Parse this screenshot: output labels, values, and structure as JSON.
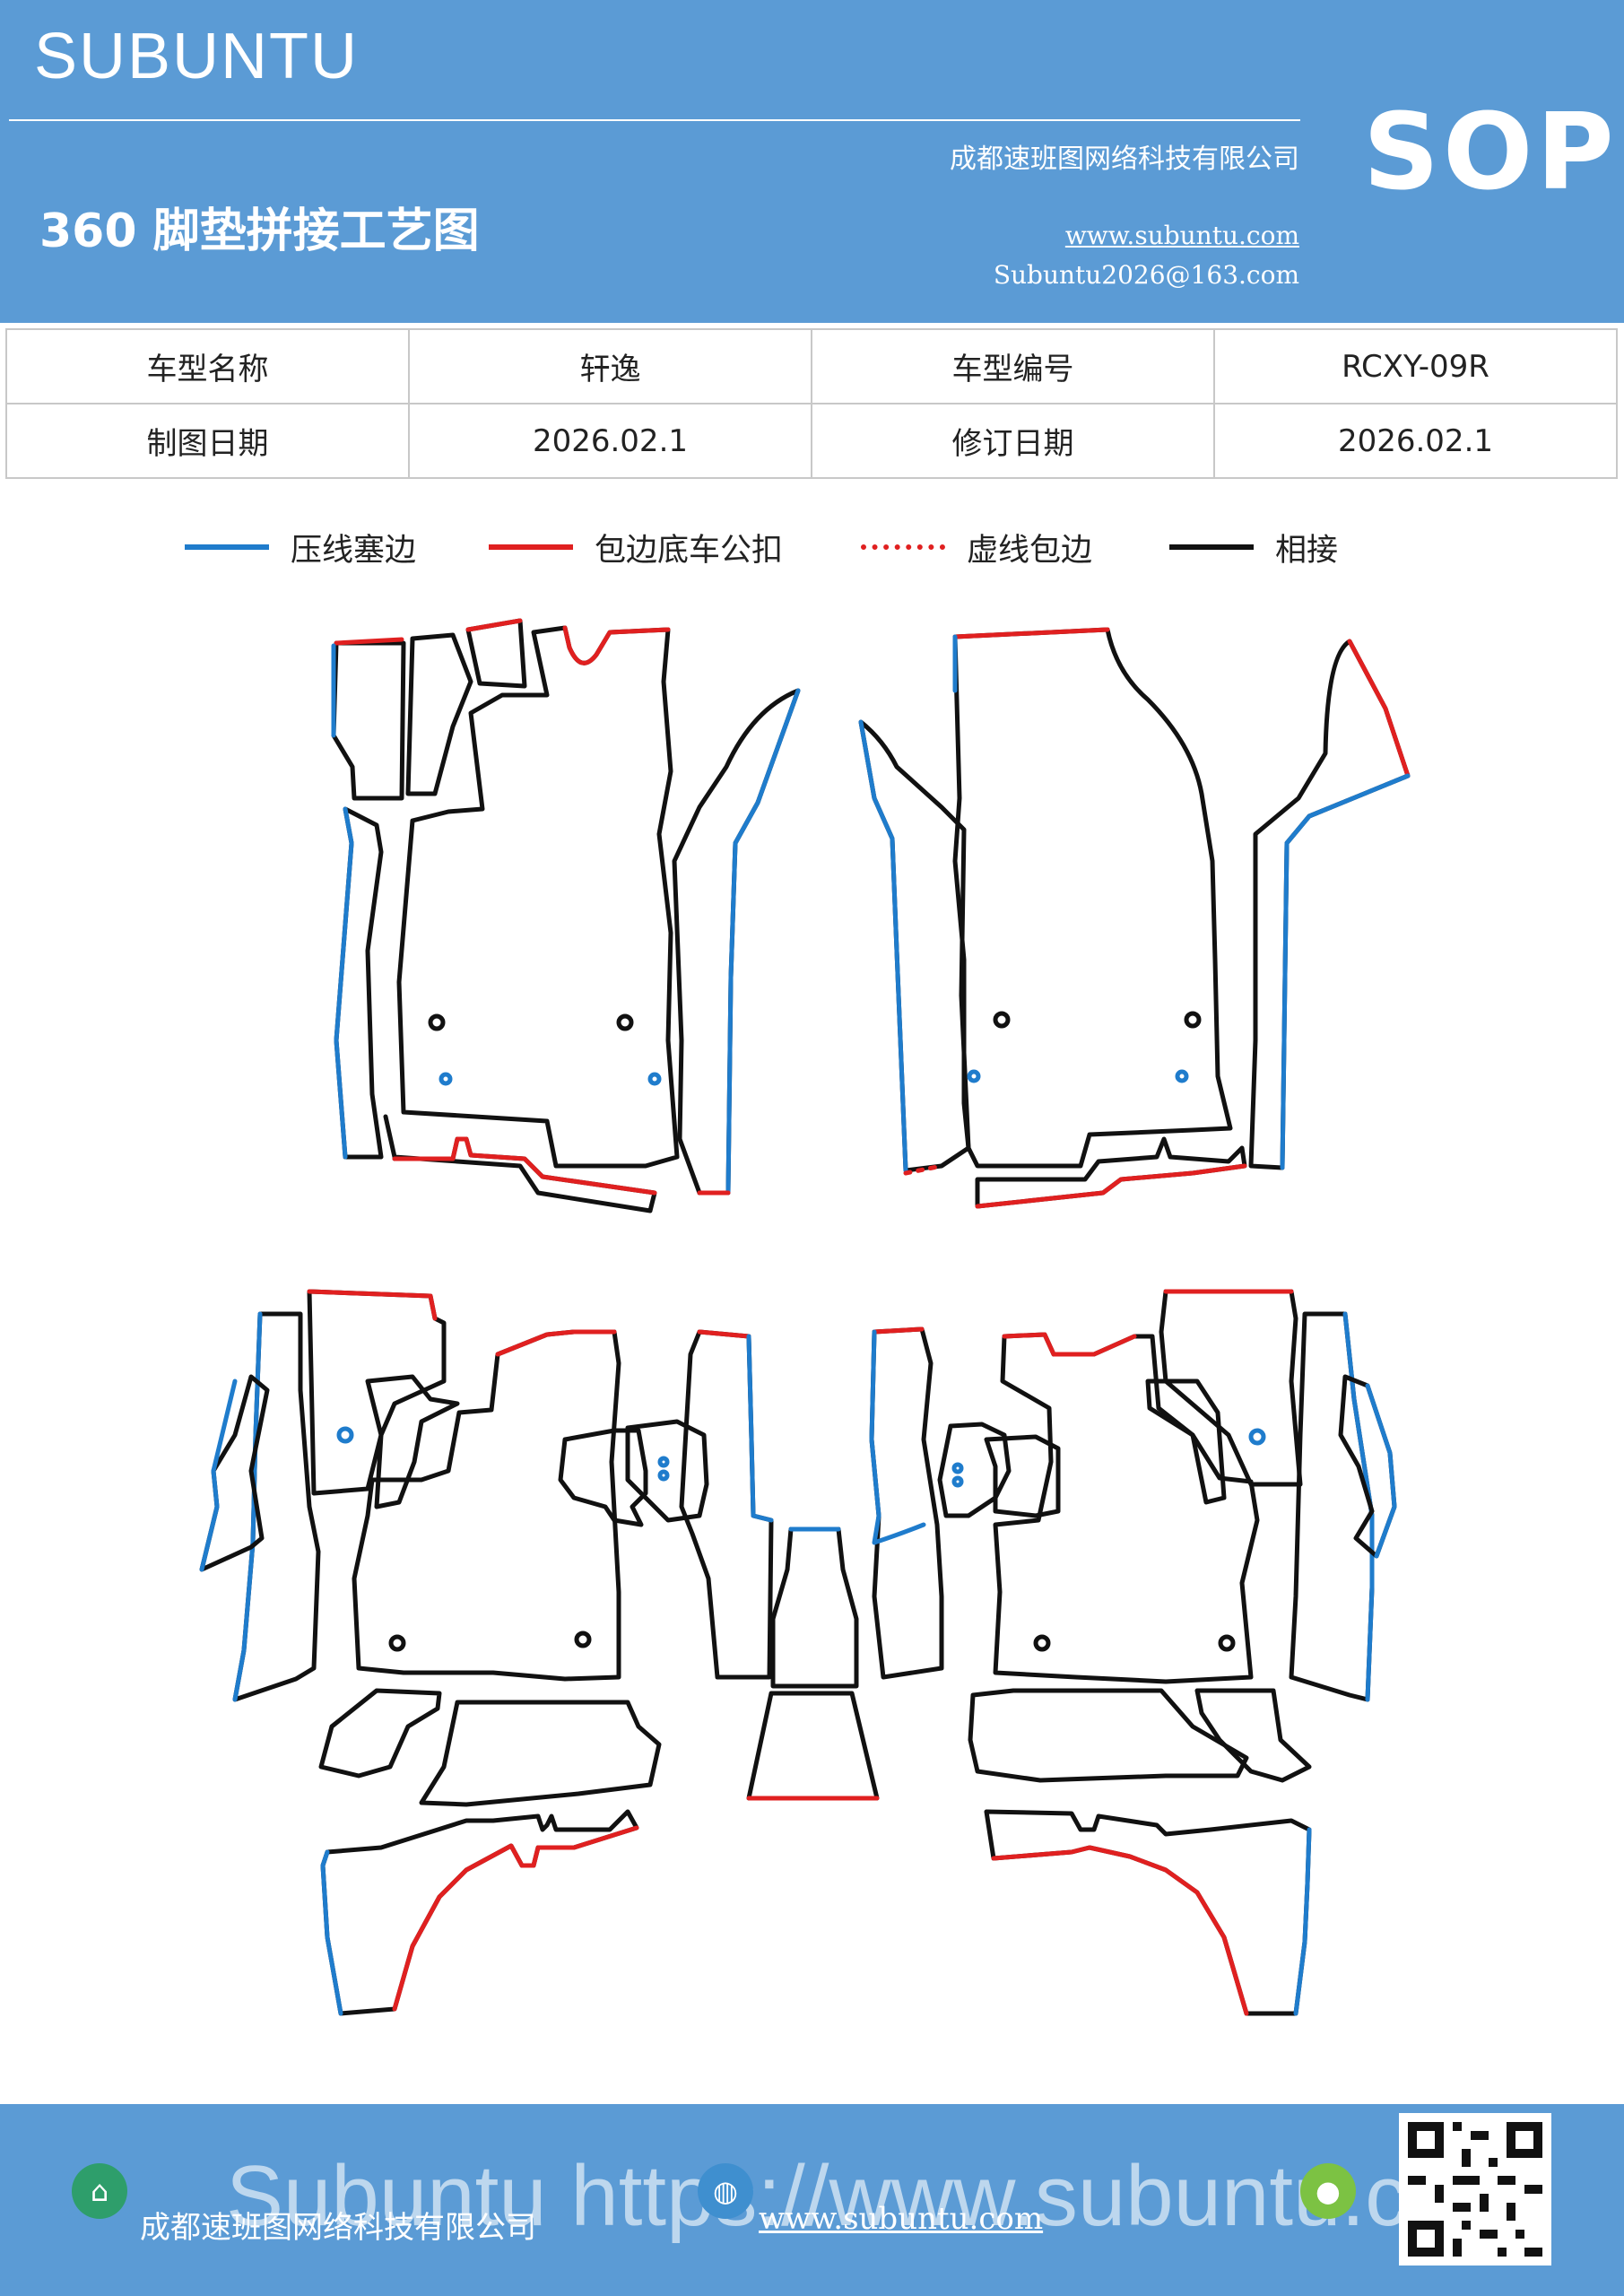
{
  "header": {
    "brand": "SUBUNTU",
    "title": "360 脚垫拼接工艺图",
    "company": "成都速班图网络科技有限公司",
    "website": "www.subuntu.com",
    "email": "Subuntu2026@163.com",
    "badge": "SOP"
  },
  "info_table": {
    "rows": [
      [
        "车型名称",
        "轩逸",
        "车型编号",
        "RCXY-09R"
      ],
      [
        "制图日期",
        "2026.02.1",
        "修订日期",
        "2026.02.1"
      ]
    ]
  },
  "legend": [
    {
      "label": "压线塞边",
      "color": "#1f7ccc",
      "style": "solid"
    },
    {
      "label": "包边底车公扣",
      "color": "#e02020",
      "style": "solid"
    },
    {
      "label": "虚线包边",
      "color": "#e02020",
      "style": "dotted"
    },
    {
      "label": "相接",
      "color": "#111111",
      "style": "solid"
    }
  ],
  "footer": {
    "company": "成都速班图网络科技有限公司",
    "website": "www.subuntu.com",
    "watermark": "Subuntu https://www.subuntu.com"
  },
  "colors": {
    "brand_blue": "#5b9bd5",
    "edge_blue": "#1f7ccc",
    "edge_red": "#e02020",
    "edge_black": "#111111"
  },
  "icons": [
    "building-icon",
    "globe-icon",
    "wechat-icon",
    "qr-code"
  ]
}
